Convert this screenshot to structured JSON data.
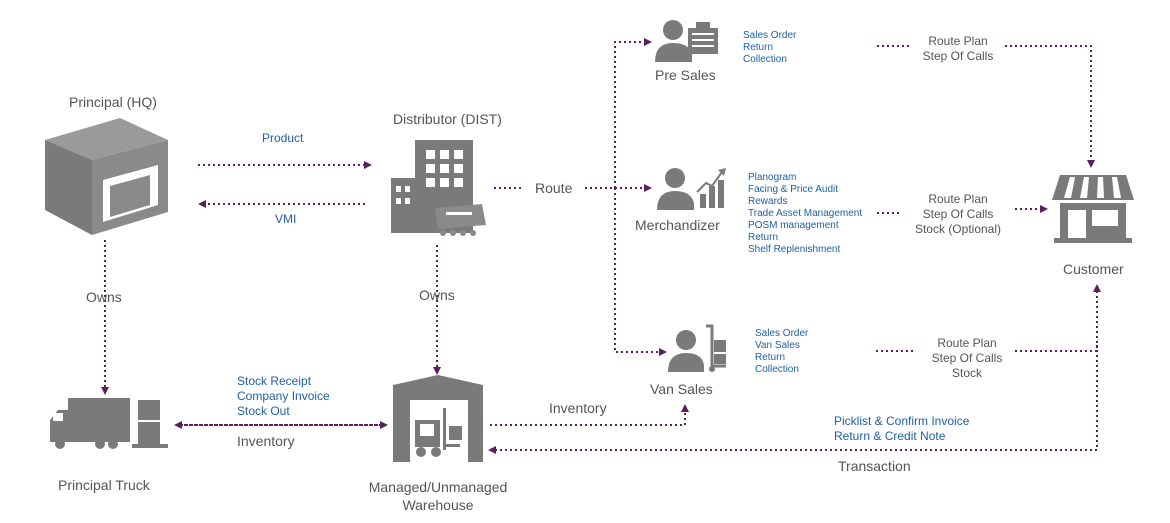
{
  "colors": {
    "icon": "#7a7a7a",
    "icon_light": "#9a9a9a",
    "arrow": "#5a1f5c",
    "blue_text": "#1f5fa6",
    "gray_text": "#555555"
  },
  "nodes": {
    "principal": "Principal (HQ)",
    "distributor": "Distributor (DIST)",
    "pre_sales": "Pre Sales",
    "merchandizer": "Merchandizer",
    "van_sales": "Van Sales",
    "customer": "Customer",
    "principal_truck": "Principal Truck",
    "warehouse_line1": "Managed/Unmanaged",
    "warehouse_line2": "Warehouse"
  },
  "edges": {
    "product": "Product",
    "vmi": "VMI",
    "route": "Route",
    "owns_principal": "Owns",
    "owns_distributor": "Owns",
    "inventory_truck": "Inventory",
    "inventory_van": "Inventory",
    "transaction": "Transaction"
  },
  "pre_sales_tasks": [
    "Sales Order",
    "Return",
    "Collection"
  ],
  "merchandizer_tasks": [
    "Planogram",
    "Facing & Price Audit",
    "Rewards",
    "Trade Asset Management",
    "POSM management",
    "Return",
    "Shelf Replenishment"
  ],
  "van_sales_tasks": [
    "Sales Order",
    "Van Sales",
    "Return",
    "Collection"
  ],
  "pre_sales_route": [
    "Route Plan",
    "Step Of Calls"
  ],
  "merchandizer_route": [
    "Route Plan",
    "Step Of Calls",
    "Stock (Optional)"
  ],
  "van_sales_route": [
    "Route Plan",
    "Step Of Calls",
    "Stock"
  ],
  "truck_docs": [
    "Stock Receipt",
    "Company Invoice",
    "Stock Out"
  ],
  "customer_docs": [
    "Picklist & Confirm Invoice",
    "Return & Credit Note"
  ],
  "icons": [
    "warehouse-building-icon",
    "office-building-icon",
    "salesperson-register-icon",
    "salesperson-chart-icon",
    "salesperson-handtruck-icon",
    "storefront-icon",
    "truck-icon",
    "forklift-warehouse-icon"
  ]
}
